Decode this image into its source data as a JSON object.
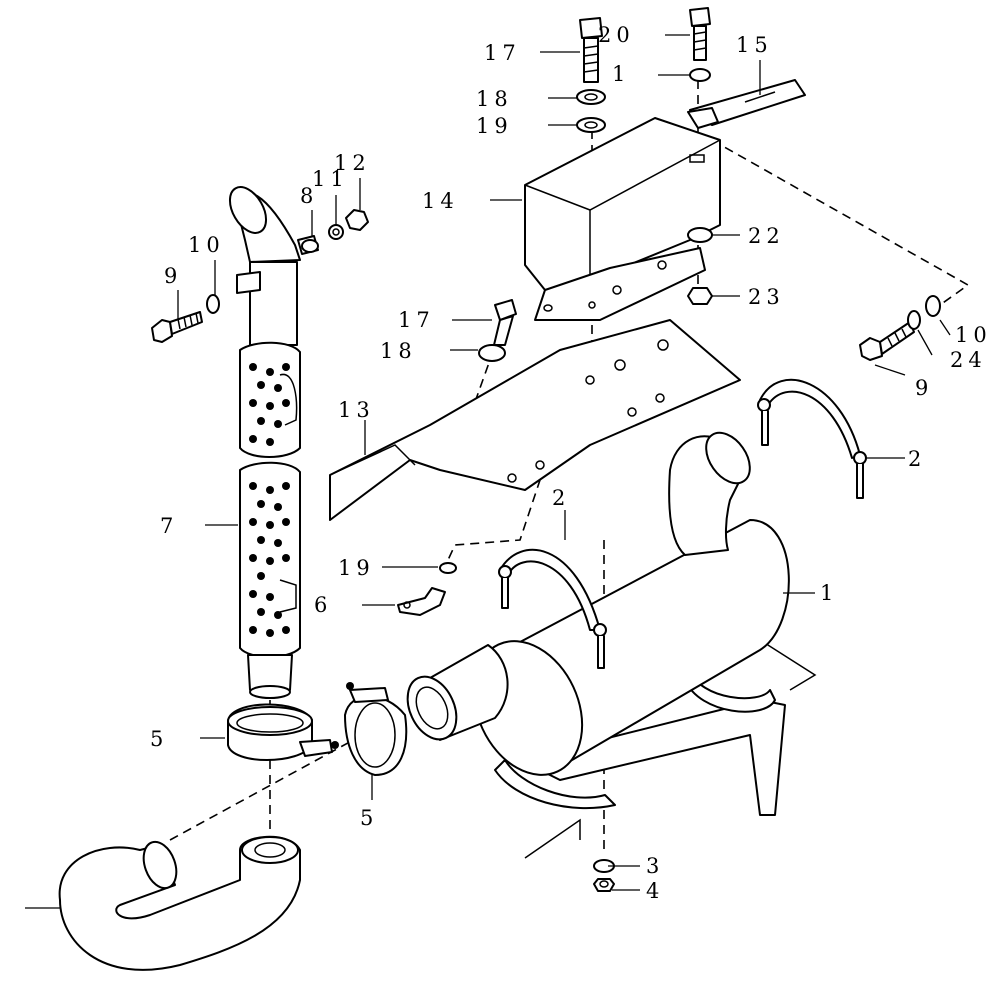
{
  "labels": {
    "p1": "1",
    "p2a": "2",
    "p2b": "2",
    "p3": "3",
    "p4": "4",
    "p5a": "5",
    "p5b": "5",
    "p6": "6",
    "p7": "7",
    "p8": "8",
    "p9a": "9",
    "p9b": "9",
    "p10a": "10",
    "p10b": "10",
    "p11a": "11",
    "p11b": "1",
    "p12": "12",
    "p13": "13",
    "p14": "14",
    "p15": "15",
    "p17a": "17",
    "p17b": "17",
    "p18a": "18",
    "p18b": "18",
    "p19a": "19",
    "p19b": "19",
    "p20": "20",
    "p22": "22",
    "p23": "23",
    "p24": "24"
  }
}
